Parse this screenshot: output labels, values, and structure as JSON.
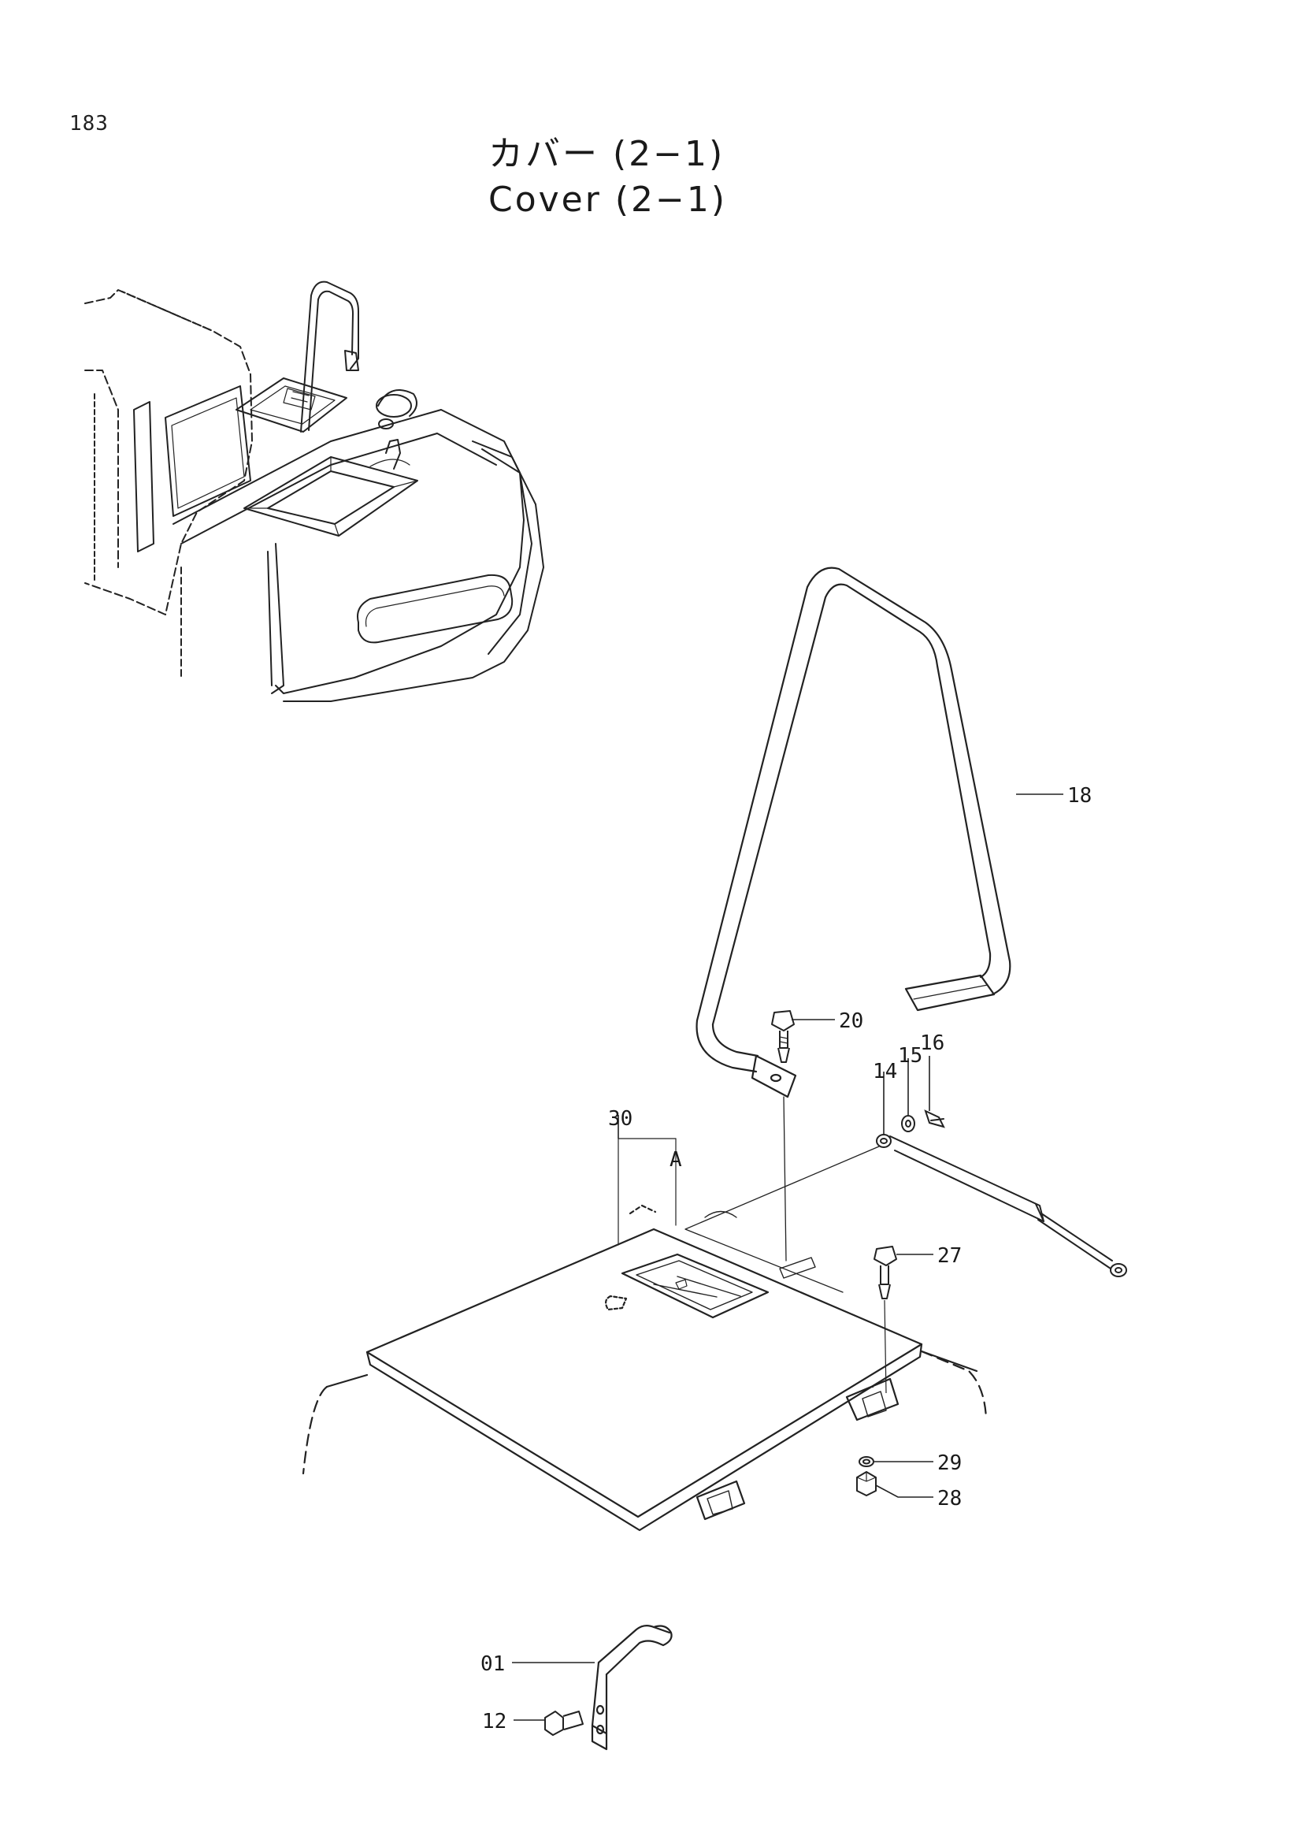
{
  "page": {
    "number": "183"
  },
  "title": {
    "japanese": "カバー (2−1)",
    "english": "Cover (2−1)"
  },
  "detail_marker": "A",
  "callouts": [
    "18",
    "20",
    "16",
    "15",
    "14",
    "30",
    "27",
    "29",
    "28",
    "01",
    "12"
  ]
}
